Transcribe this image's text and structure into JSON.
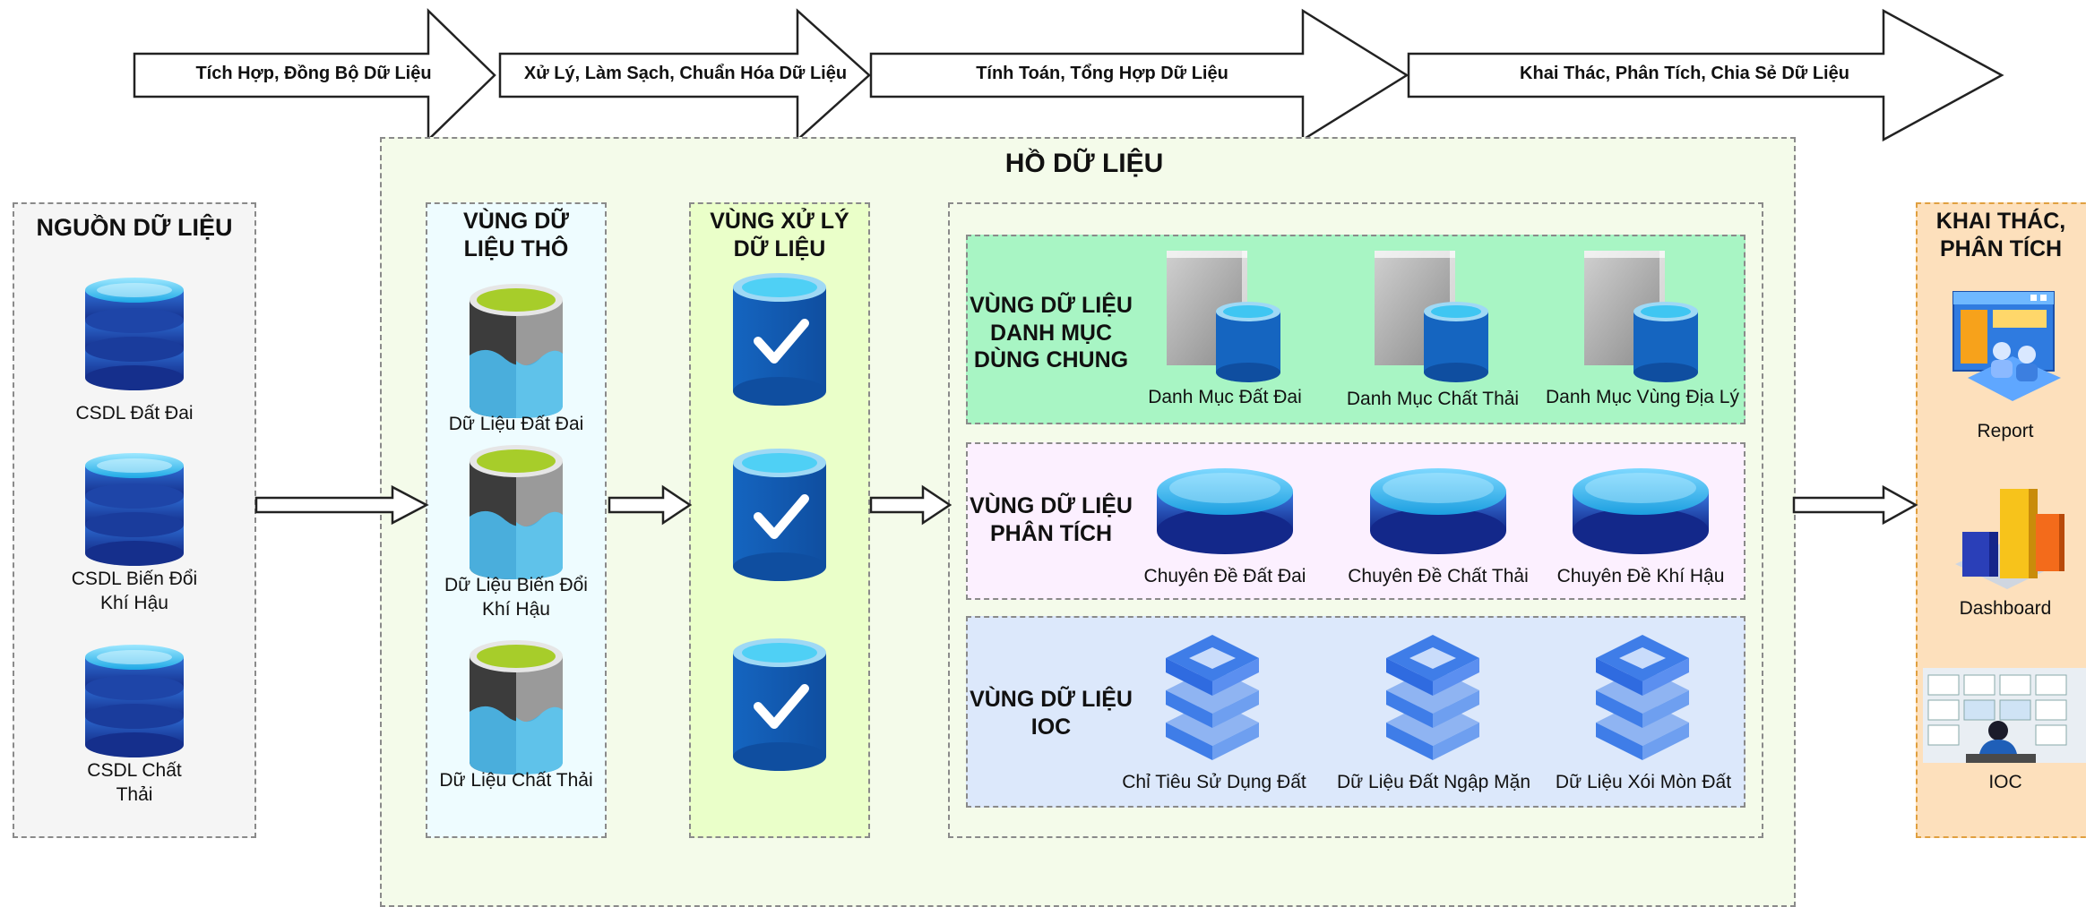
{
  "pipeline": {
    "steps": [
      "Tích Hợp, Đồng Bộ Dữ Liệu",
      "Xử Lý, Làm Sạch, Chuẩn Hóa Dữ Liệu",
      "Tính Toán, Tổng Hợp Dữ Liệu",
      "Khai Thác, Phân Tích, Chia Sẻ Dữ Liệu"
    ]
  },
  "lake": {
    "title": "HỒ DỮ LIỆU"
  },
  "sources": {
    "title": "NGUỒN DỮ LIỆU",
    "items": [
      "CSDL Đất Đai",
      "CSDL Biến Đổi\nKhí Hậu",
      "CSDL Chất\nThải"
    ],
    "icon": "database-icon"
  },
  "raw_zone": {
    "title": "VÙNG DỮ\nLIỆU THÔ",
    "items": [
      "Dữ Liệu Đất Đai",
      "Dữ Liệu Biến Đổi\nKhí Hậu",
      "Dữ Liệu Chất Thải"
    ],
    "icon": "data-lake-icon"
  },
  "processing_zone": {
    "title": "VÙNG XỬ LÝ\nDỮ LIỆU",
    "icon": "checked-database-icon"
  },
  "catalog_zone": {
    "title": "VÙNG DỮ LIỆU\nDANH MỤC\nDÙNG CHUNG",
    "items": [
      "Danh Mục Đất Đai",
      "Danh Mục Chất Thải",
      "Danh Mục Vùng Địa Lý"
    ],
    "icon": "catalog-database-icon"
  },
  "analysis_zone": {
    "title": "VÙNG DỮ LIỆU\nPHÂN TÍCH",
    "items": [
      "Chuyên Đề Đất Đai",
      "Chuyên Đề Chất Thải",
      "Chuyên Đề Khí Hậu"
    ],
    "icon": "disk-icon"
  },
  "ioc_zone": {
    "title": "VÙNG DỮ LIỆU\nIOC",
    "items": [
      "Chỉ Tiêu Sử Dụng Đất",
      "Dữ Liệu Đất Ngập Mặn",
      "Dữ Liệu Xói Mòn Đất"
    ],
    "icon": "stacked-layers-icon"
  },
  "exploit": {
    "title": "KHAI THÁC,\nPHÂN TÍCH",
    "items": [
      "Report",
      "Dashboard",
      "IOC"
    ],
    "icons": [
      "report-icon",
      "dashboard-icon",
      "ioc-monitor-icon"
    ]
  },
  "colors": {
    "lake_bg": "#f4fbea",
    "raw_bg": "#eefcff",
    "processing_bg": "#eaffc9",
    "catalog_bg": "#a8f5c4",
    "analysis_bg": "#fcf0ff",
    "ioc_bg": "#dce8fb",
    "exploit_bg": "#fde0bc",
    "sources_bg": "#f5f5f5",
    "db_blue": "#1e4fb0",
    "db_light": "#4fc4f0"
  }
}
